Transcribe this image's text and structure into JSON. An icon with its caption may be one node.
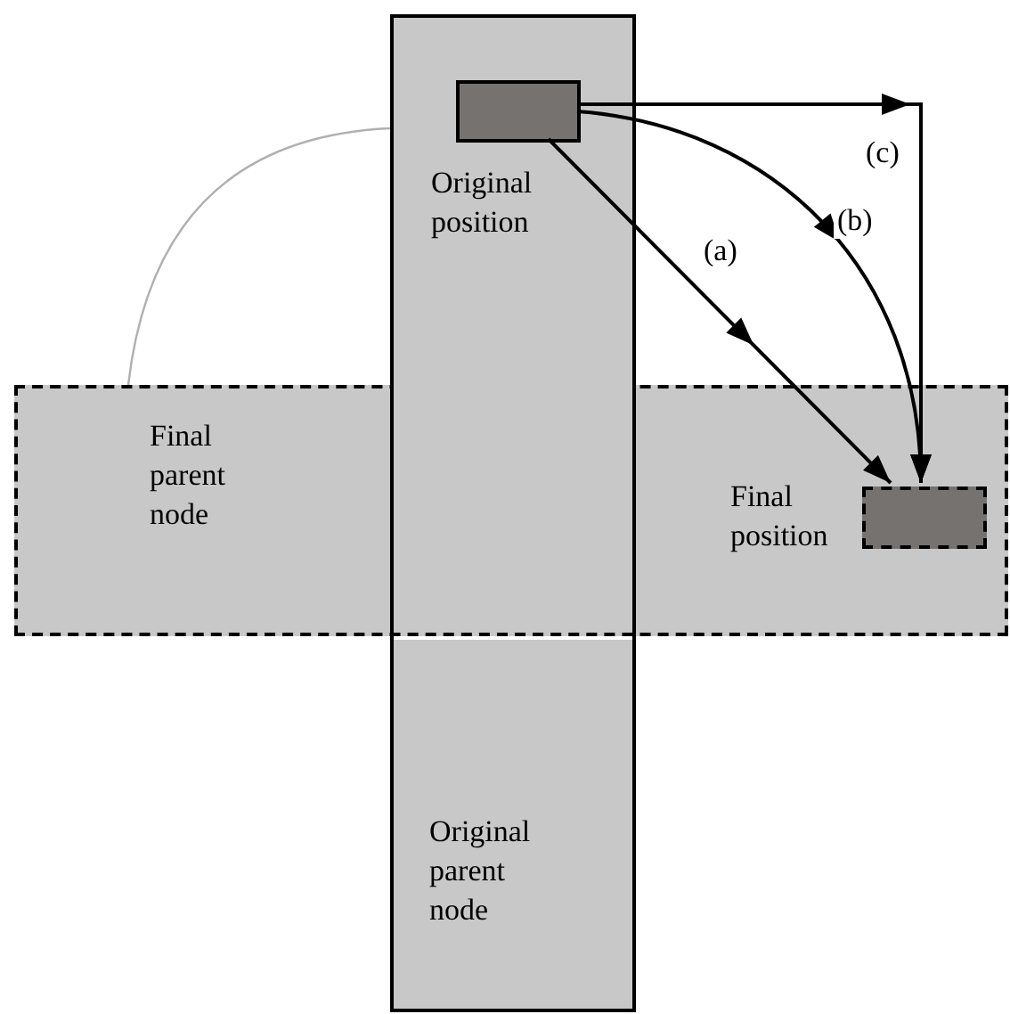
{
  "diagram": {
    "nodes": [
      {
        "text": [
          "Original parent node"
        ]
      },
      {
        "text": [
          "Final parent node"
        ]
      },
      {
        "text": [],
        "shape": "box",
        "in": 0,
        "beside": [
          "Original position"
        ]
      },
      {
        "text": [],
        "shape": "box",
        "in": 1,
        "beside": [
          "Final position"
        ]
      }
    ],
    "edges": [
      {
        "from": 2,
        "to": 3,
        "arrow": "to",
        "label": "(a)"
      },
      {
        "from": 2,
        "to": 3,
        "arrow": "to",
        "label": "(b)"
      },
      {
        "from": 2,
        "to": 3,
        "arrow": "to",
        "label": "(c)"
      },
      {
        "from": 1,
        "to": 0,
        "arrow": "none",
        "color": "#b0b0b0"
      }
    ]
  }
}
